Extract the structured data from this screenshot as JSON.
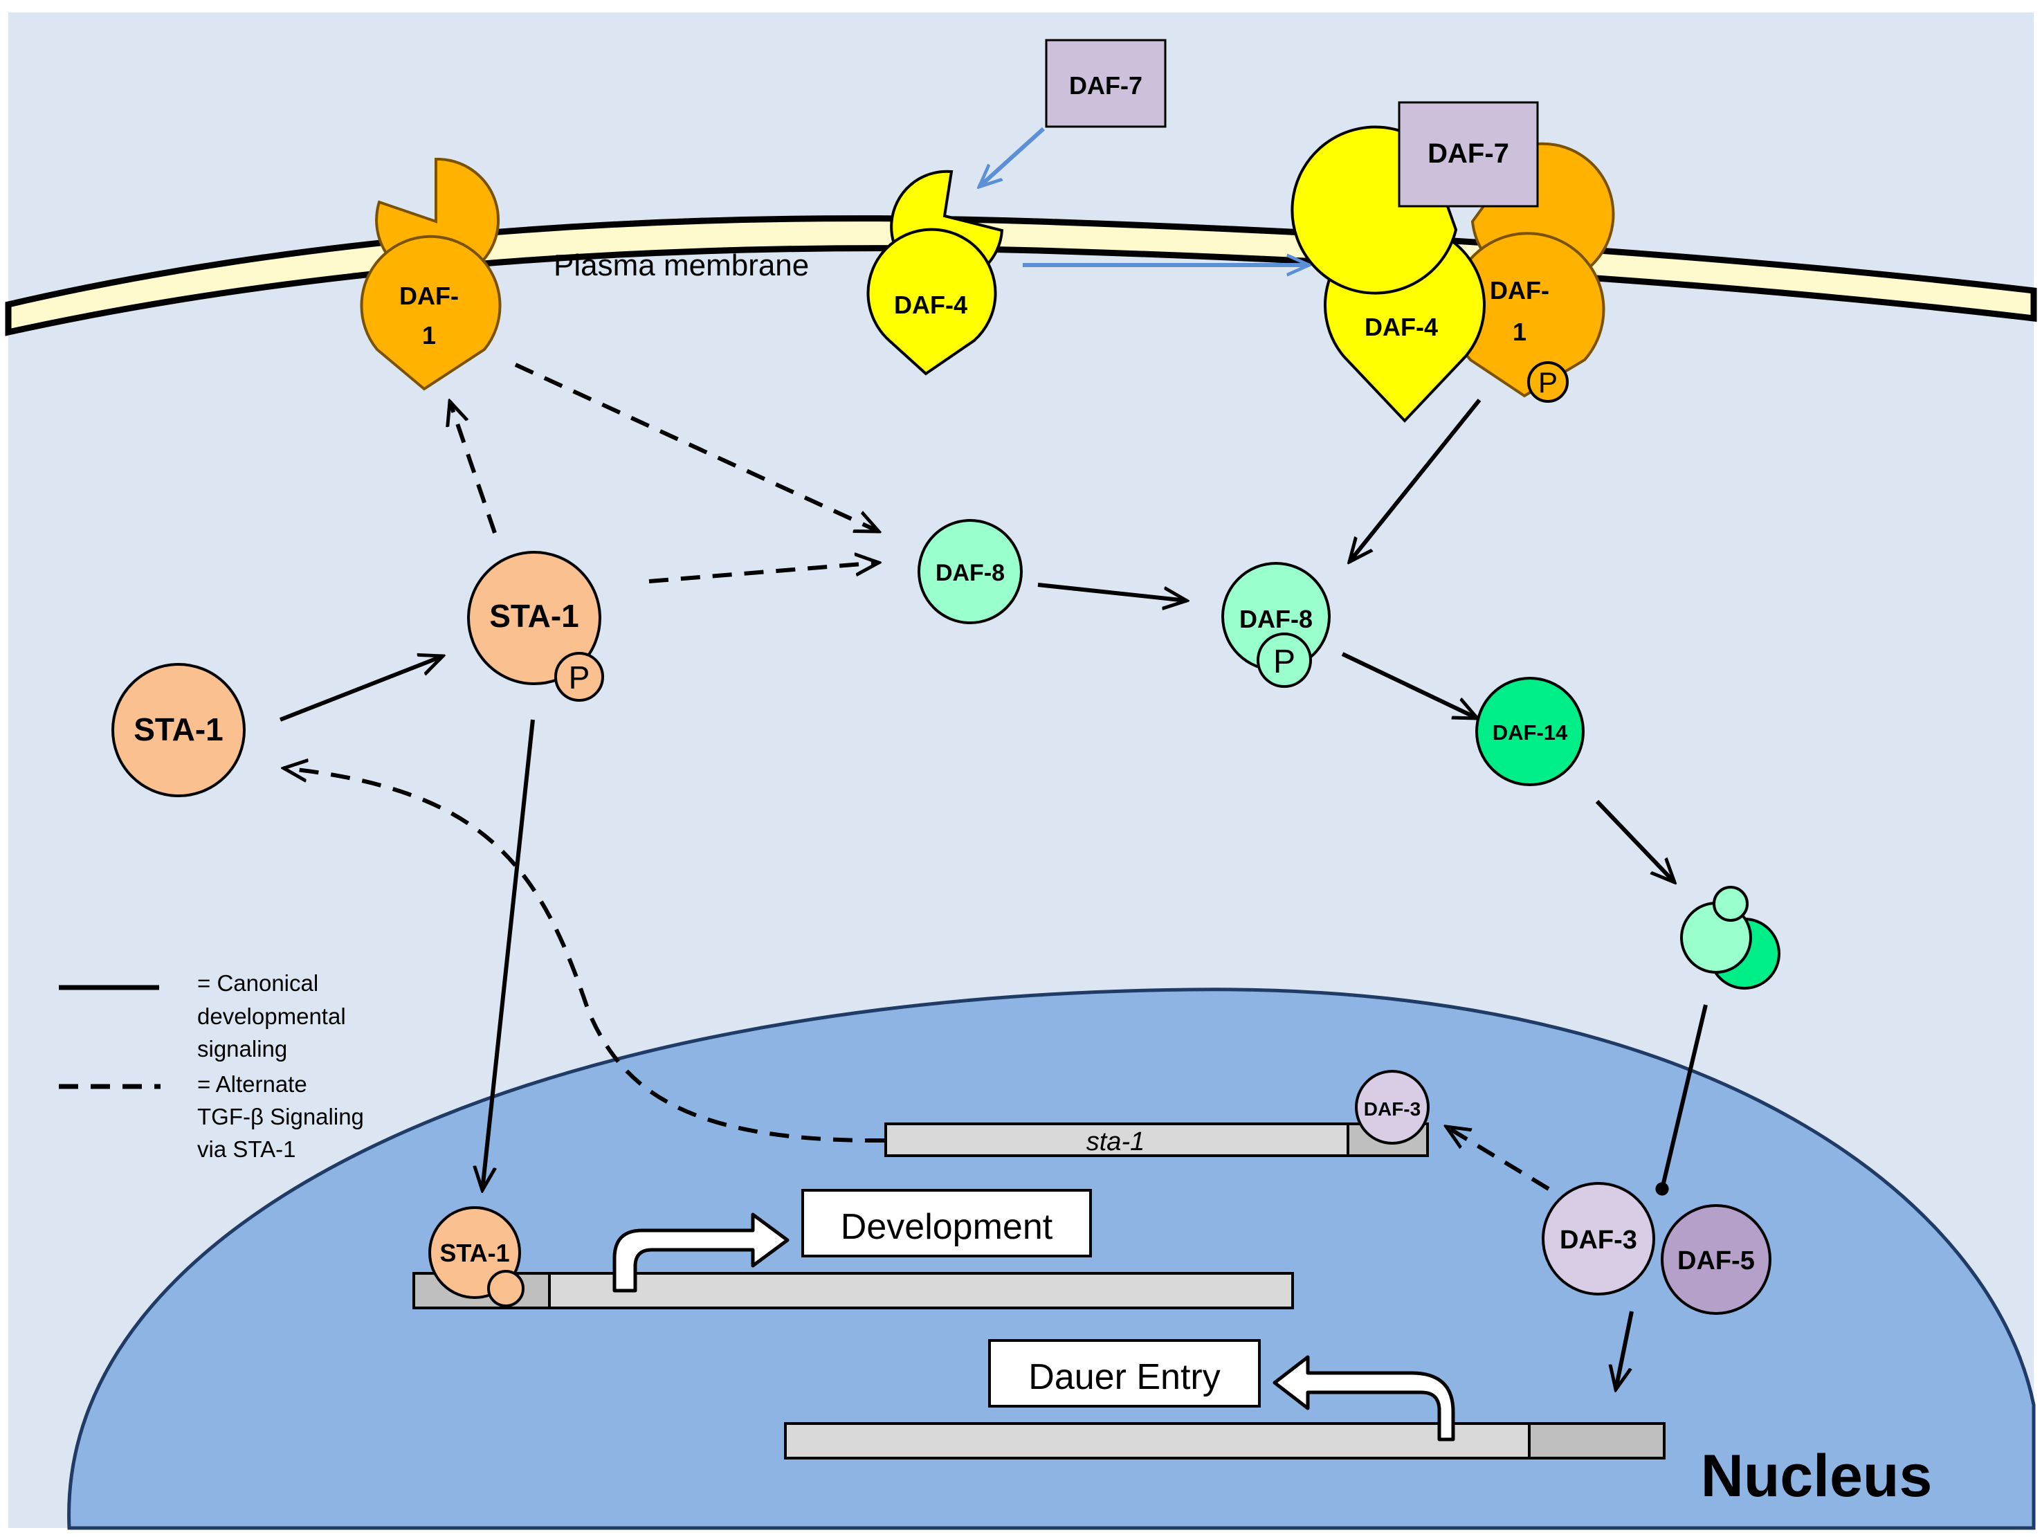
{
  "labels": {
    "plasma_membrane": "Plasma membrane",
    "nucleus": "Nucleus",
    "daf7_free": "DAF-7",
    "daf7_bound": "DAF-7",
    "daf1_left_line1": "DAF-",
    "daf1_left_line2": "1",
    "daf4_mid": "DAF-4",
    "daf4_right": "DAF-4",
    "daf1_right_line1": "DAF-",
    "daf1_right_line2": "1",
    "phospho": "P",
    "sta1_free": "STA-1",
    "sta1_phos": "STA-1",
    "sta1_nuclear": "STA-1",
    "daf8_free": "DAF-8",
    "daf8_phos": "DAF-8",
    "daf14": "DAF-14",
    "daf3_gene": "DAF-3",
    "daf3": "DAF-3",
    "daf5": "DAF-5",
    "sta1_gene": "sta-1",
    "development": "Development",
    "dauer_entry": "Dauer Entry"
  },
  "legend": {
    "solid_line1": "= Canonical",
    "solid_line2": "developmental",
    "solid_line3": "signaling",
    "dashed_line1": "= Alternate",
    "dashed_line2": "TGF-β Signaling",
    "dashed_line3": "via STA-1"
  },
  "colors": {
    "background": "#dce6f2",
    "nucleus": "#8eb4e3",
    "membrane": "#fffacd",
    "daf1": "#ffb300",
    "daf4": "#ffff00",
    "daf7": "#ccc0da",
    "sta1": "#fac090",
    "daf8": "#99ffcc",
    "daf14": "#00ee88",
    "daf3": "#d9cde6",
    "daf5": "#b4a0c8",
    "dna": "#d9d9d9",
    "dna_promoter": "#bfbfbf",
    "blue_arrow": "#5b8fd6"
  }
}
